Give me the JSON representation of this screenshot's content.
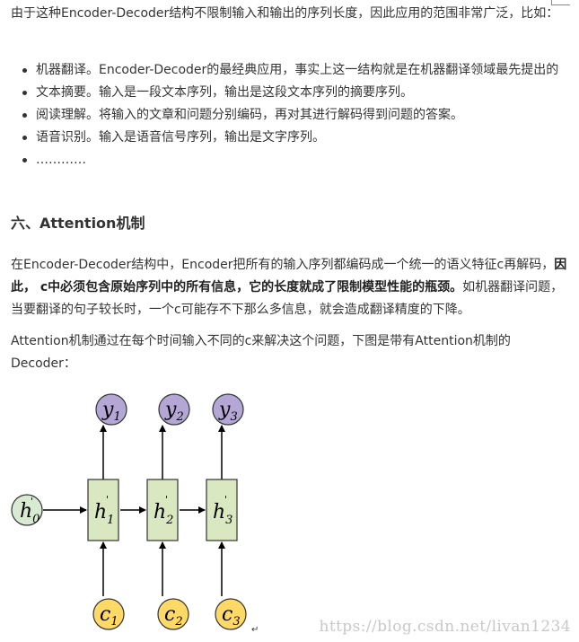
{
  "para1": "由于这种Encoder-Decoder结构不限制输入和输出的序列长度，因此应用的范围非常广泛，比如：",
  "bullets": [
    "机器翻译。Encoder-Decoder的最经典应用，事实上这一结构就是在机器翻译领域最先提出的",
    "文本摘要。输入是一段文本序列，输出是这段文本序列的摘要序列。",
    "阅读理解。将输入的文章和问题分别编码，再对其进行解码得到问题的答案。",
    "语音识别。输入是语音信号序列，输出是文字序列。",
    "…………"
  ],
  "heading": "六、Attention机制",
  "para2": {
    "part1": "在Encoder-Decoder结构中，Encoder把所有的输入序列都编码成一个统一的语义特征c再解码，",
    "bold": "因此， c中必须包含原始序列中的所有信息，它的长度就成了限制模型性能的瓶颈。",
    "part2": "如机器翻译问题，当要翻译的句子较长时，一个c可能存不下那么多信息，就会造成翻译精度的下降。"
  },
  "para3": "Attention机制通过在每个时间输入不同的c来解决这个问题，下图是带有Attention机制的Decoder：",
  "diagram": {
    "h0": "h",
    "h0_sub": "0",
    "hidden": [
      {
        "base": "h",
        "sub": "1"
      },
      {
        "base": "h",
        "sub": "2"
      },
      {
        "base": "h",
        "sub": "3"
      }
    ],
    "outputs": [
      {
        "base": "y",
        "sub": "1"
      },
      {
        "base": "y",
        "sub": "2"
      },
      {
        "base": "y",
        "sub": "3"
      }
    ],
    "contexts": [
      {
        "base": "c",
        "sub": "1"
      },
      {
        "base": "c",
        "sub": "2"
      },
      {
        "base": "c",
        "sub": "3"
      }
    ],
    "prime": "'",
    "colors": {
      "output": "#b4a7d6",
      "hidden": "#d9e8c0",
      "context": "#ffd966",
      "h0": "#d9ead3"
    }
  },
  "return_mark": "↵",
  "watermark": "https://blog.csdn.net/livan1234"
}
